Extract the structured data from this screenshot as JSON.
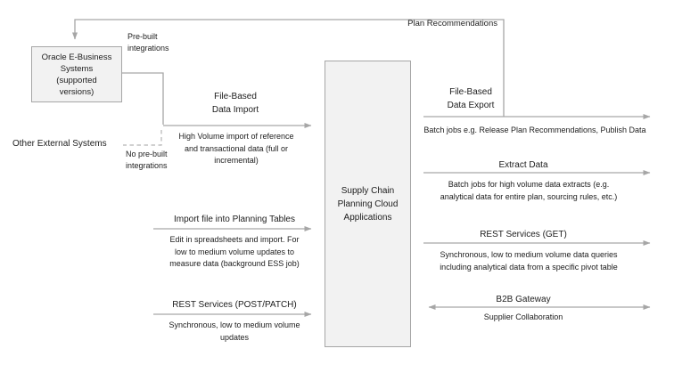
{
  "colors": {
    "background": "#ffffff",
    "box_fill": "#f2f2f2",
    "box_border": "#a6a6a6",
    "connector_line": "#a6a6a6",
    "dashed_line": "#b3b3b3",
    "text": "#1c1c1c"
  },
  "boxes": {
    "oracle": {
      "label": "Oracle E-Business\nSystems\n(supported\nversions)"
    },
    "scp": {
      "label": "Supply Chain\nPlanning Cloud\nApplications"
    }
  },
  "labels": {
    "pre_built": "Pre-built\nintegrations",
    "other_external": "Other External Systems",
    "no_pre_built": "No pre-built\nintegrations",
    "plan_recommendations": "Plan Recommendations"
  },
  "inbound": [
    {
      "title": "File-Based\nData Import",
      "desc": "High Volume import of reference\nand transactional data (full or\nincremental)"
    },
    {
      "title": "Import file into Planning Tables",
      "desc": "Edit in spreadsheets and import. For\nlow to medium volume updates to\nmeasure data (background ESS job)"
    },
    {
      "title": "REST Services (POST/PATCH)",
      "desc": "Synchronous, low to medium volume\nupdates"
    }
  ],
  "outbound": [
    {
      "title": "File-Based\nData Export",
      "desc": "Batch jobs e.g. Release Plan Recommendations, Publish Data"
    },
    {
      "title": "Extract Data",
      "desc": "Batch jobs for high volume data extracts (e.g.\nanalytical data for entire plan, sourcing rules, etc.)"
    },
    {
      "title": "REST Services (GET)",
      "desc": "Synchronous, low to medium volume data queries\nincluding analytical data from a specific pivot table"
    },
    {
      "title": "B2B Gateway",
      "desc": "Supplier Collaboration"
    }
  ]
}
